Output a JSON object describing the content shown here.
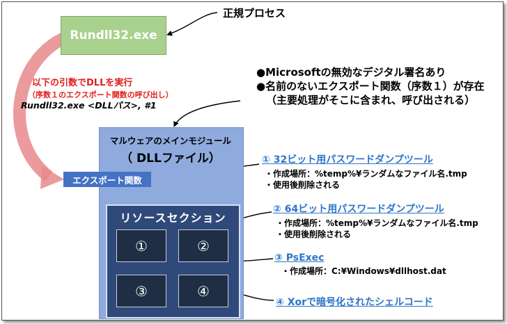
{
  "legit_process_label": "正規プロセス",
  "rundll_box_label": "Rundll32.exe",
  "execution_note": {
    "line1": "以下の引数でDLLを実行",
    "line2": "（序数１のエクスポート関数の呼び出し）",
    "command": "Rundll32.exe <DLLパス>, #1"
  },
  "bullets": {
    "line1": "●Microsoftの無効なデジタル署名あり",
    "line2": "●名前のないエクスポート関数（序数１）が存在",
    "line3": "（主要処理がそこに含まれ、呼び出される）"
  },
  "main_module": {
    "title": "マルウェアのメインモジュール",
    "subtitle": "（ DLLファイル）"
  },
  "export_function_label": "エクスポート関数",
  "resource_section": {
    "title": "リソースセクション",
    "cells": [
      "①",
      "②",
      "③",
      "④"
    ]
  },
  "resources": [
    {
      "label": "① 32ビット用パスワードダンプツール",
      "details": [
        "・作成場所：%temp%¥ランダムなファイル名.tmp",
        "・使用後削除される"
      ]
    },
    {
      "label": "② 64ビット用パスワードダンプツール",
      "details": [
        "・作成場所：%temp%¥ランダムなファイル名.tmp",
        "・使用後削除される"
      ]
    },
    {
      "label": "③ PsExec",
      "details": [
        "・作成場所：C:¥Windows¥dllhost.dat"
      ]
    },
    {
      "label": "④ Xorで暗号化されたシェルコード",
      "details": []
    }
  ],
  "colors": {
    "rundll_green": "#a9d18e",
    "module_blue": "#8faadc",
    "export_blue": "#4472c4",
    "resource_navy": "#2f4a7a",
    "highlight_red": "#e0201b",
    "link_blue": "#2e75c9",
    "big_arrow": "#e8898c"
  }
}
